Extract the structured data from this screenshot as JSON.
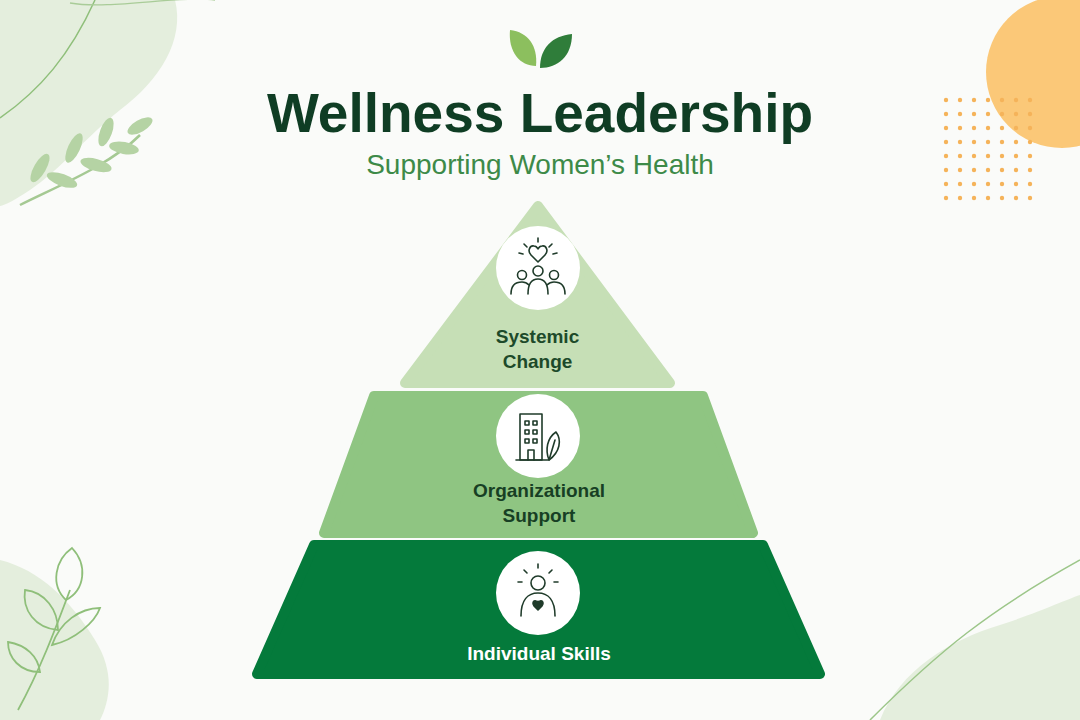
{
  "diagram": {
    "title": "Wellness Leadership",
    "caption": "Supporting Women’s Health",
    "nodes": [
      {
        "text": [
          "Systemic Change"
        ]
      },
      {
        "text": [
          "Organizational Support"
        ]
      },
      {
        "text": [
          "Individual Skills"
        ]
      }
    ]
  }
}
